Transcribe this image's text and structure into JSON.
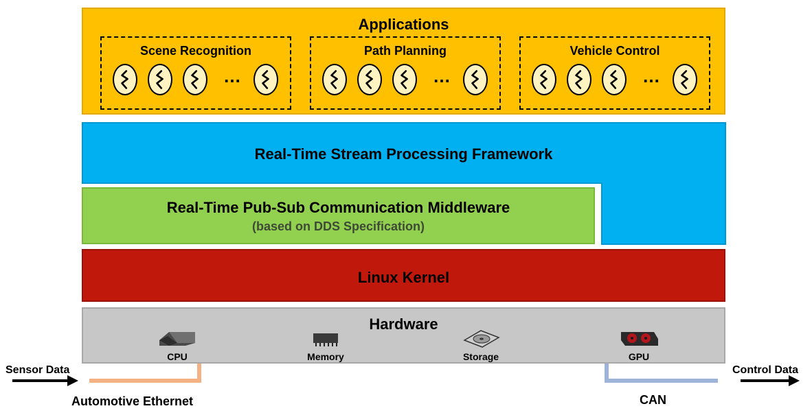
{
  "applications": {
    "title": "Applications",
    "groups": [
      {
        "label": "Scene Recognition",
        "ellipsis": "…"
      },
      {
        "label": "Path Planning",
        "ellipsis": "…"
      },
      {
        "label": "Vehicle Control",
        "ellipsis": "…"
      }
    ]
  },
  "framework": {
    "label": "Real-Time Stream Processing Framework"
  },
  "middleware": {
    "title": "Real-Time Pub-Sub Communication Middleware",
    "subtitle": "(based on DDS Specification)"
  },
  "kernel": {
    "label": "Linux Kernel"
  },
  "hardware": {
    "title": "Hardware",
    "components": [
      {
        "label": "CPU",
        "icon": "cpu-icon"
      },
      {
        "label": "Memory",
        "icon": "memory-chip-icon"
      },
      {
        "label": "Storage",
        "icon": "hard-disk-icon"
      },
      {
        "label": "GPU",
        "icon": "graphics-card-icon"
      }
    ]
  },
  "io": {
    "input": "Sensor Data",
    "output": "Control Data",
    "input_link": "Automotive Ethernet",
    "output_link": "CAN"
  },
  "colors": {
    "applications": "#ffc000",
    "framework": "#00b0f0",
    "middleware": "#92d050",
    "kernel": "#c0190c",
    "hardware": "#c7c7c7",
    "ethernet_line": "#f4b183",
    "can_line": "#9db4d8"
  }
}
